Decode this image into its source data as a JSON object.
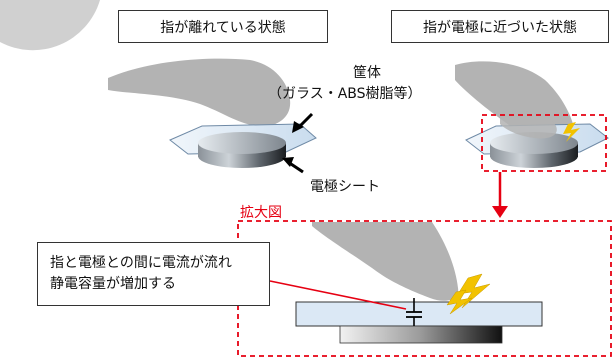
{
  "panels": {
    "left_title": "指が離れている状態",
    "right_title": "指が電極に近づいた状態"
  },
  "callouts": {
    "housing_line1": "筐体",
    "housing_line2": "（ガラス・ABS樹脂等）",
    "electrode_sheet": "電極シート",
    "zoom_label": "拡大図",
    "explanation_line1": "指と電極との間に電流が流れ",
    "explanation_line2": "静電容量が増加する"
  },
  "colors": {
    "accent_red": "#e60012",
    "finger_gray": "#b3b3b3",
    "glass_blue": "#dbe8f5"
  }
}
